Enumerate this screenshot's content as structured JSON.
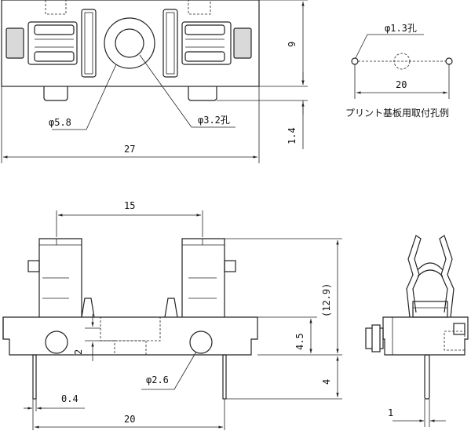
{
  "top_view": {
    "dim_phi58": "φ5.8",
    "dim_phi32": "φ3.2孔",
    "dim_27": "27",
    "dim_9": "9",
    "dim_14": "1.4"
  },
  "pcb_hole": {
    "dim_phi13": "φ1.3孔",
    "dim_20": "20",
    "caption": "プリント基板用取付孔例"
  },
  "front_view": {
    "dim_15": "15",
    "dim_129": "(12.9)",
    "dim_45": "4.5",
    "dim_2": "2",
    "dim_phi26": "φ2.6",
    "dim_4": "4",
    "dim_04": "0.4",
    "dim_20": "20"
  },
  "side_view": {
    "dim_1": "1"
  }
}
